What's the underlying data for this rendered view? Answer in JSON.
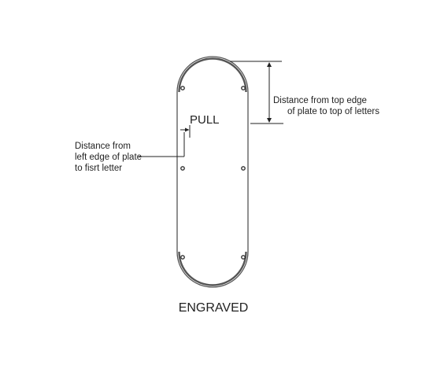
{
  "plate": {
    "text": "PULL",
    "caption": "ENGRAVED"
  },
  "annotations": {
    "top_distance": {
      "line1": "Distance from top edge",
      "line2": "of plate to top of letters"
    },
    "left_distance": {
      "line1": "Distance from",
      "line2": "left edge of plate",
      "line3": "to fisrt letter"
    }
  },
  "colors": {
    "outline": "#555555",
    "dimension": "#222222",
    "text": "#222222"
  }
}
